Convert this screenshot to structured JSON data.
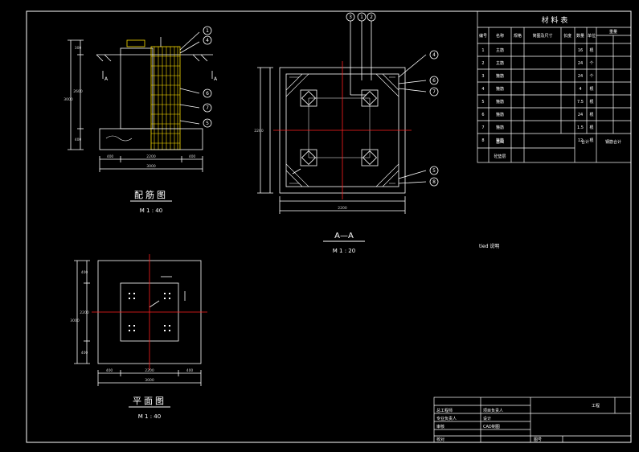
{
  "colors": {
    "background": "#000000",
    "line": "#ffffff",
    "centerline": "#ff2020",
    "hatch": "#ffe000",
    "dim": "#d0d0d0"
  },
  "elevation": {
    "title": "配筋图",
    "scale": "M 1 : 40",
    "callouts": [
      "1",
      "4",
      "6",
      "7",
      "5"
    ],
    "section_marks": [
      "A",
      "A"
    ],
    "dims_bottom": [
      "400",
      "2200",
      "400",
      "3000"
    ],
    "dims_left": [
      "300",
      "2600",
      "3000",
      "400"
    ]
  },
  "section": {
    "title": "A—A",
    "scale": "M 1 : 20",
    "callouts_top": [
      "3",
      "1",
      "2"
    ],
    "callouts_right": [
      "4",
      "6",
      "7",
      "5",
      "8"
    ],
    "dims_bottom": [
      "2200"
    ],
    "dims_left": [
      "2200"
    ]
  },
  "plan": {
    "title": "平面图",
    "scale": "M 1 : 40",
    "dims_bottom": [
      "400",
      "2200",
      "400",
      "3000"
    ],
    "dims_left": [
      "400",
      "2200",
      "400",
      "3000"
    ]
  },
  "note": "tied 说明",
  "material_table": {
    "title": "材 料 表",
    "headers": [
      "编号",
      "名称",
      "规格",
      "简图及尺寸",
      "长度",
      "数量",
      "单位",
      "重量"
    ],
    "rows": [
      [
        "1",
        "主筋",
        "",
        "",
        "",
        "16",
        "根",
        ""
      ],
      [
        "2",
        "主筋",
        "",
        "",
        "",
        "24",
        "个",
        ""
      ],
      [
        "3",
        "箍筋",
        "",
        "",
        "",
        "24",
        "个",
        ""
      ],
      [
        "4",
        "箍筋",
        "",
        "",
        "",
        "4",
        "根",
        ""
      ],
      [
        "5",
        "箍筋",
        "",
        "",
        "",
        "7.5",
        "根",
        ""
      ],
      [
        "6",
        "箍筋",
        "",
        "",
        "",
        "24",
        "根",
        ""
      ],
      [
        "7",
        "箍筋",
        "",
        "",
        "",
        "1.5",
        "根",
        ""
      ],
      [
        "8",
        "箍筋",
        "",
        "",
        "",
        "12",
        "根",
        ""
      ]
    ],
    "footer_left": [
      "基础",
      "砼垫层"
    ],
    "footer_right": [
      "合计",
      "钢筋合计"
    ]
  },
  "title_block": {
    "cells": [
      "总工程师",
      "项目负责人",
      "专业负责人",
      "设计",
      "审核",
      "CAD制图",
      "校对",
      "工程",
      "图号"
    ]
  }
}
